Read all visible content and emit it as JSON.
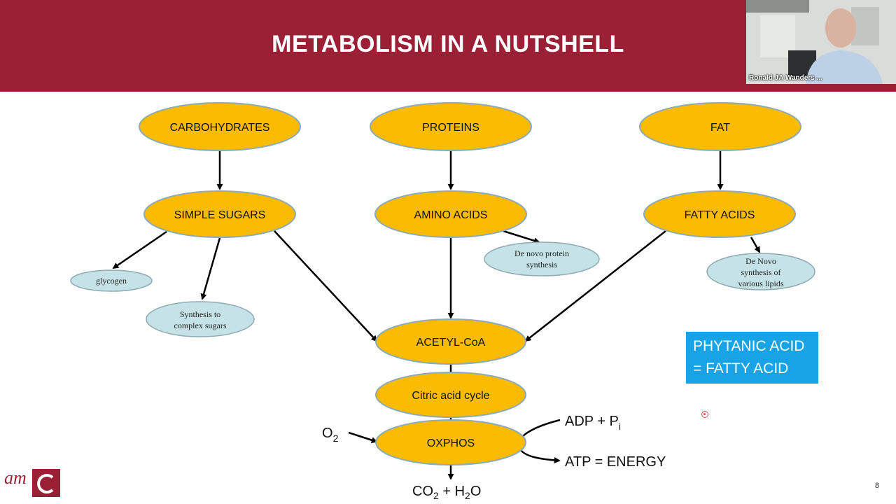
{
  "slide": {
    "title": "METABOLISM IN A NUTSHELL",
    "page_number": "8"
  },
  "video_tile": {
    "participant_name": "Ronald  JA Wanders ..."
  },
  "nodes": {
    "carbohydrates": "CARBOHYDRATES",
    "proteins": "PROTEINS",
    "fat": "FAT",
    "simple_sugars": "SIMPLE SUGARS",
    "amino_acids": "AMINO ACIDS",
    "fatty_acids": "FATTY ACIDS",
    "glycogen": "glycogen",
    "complex_sugars": [
      "Synthesis to",
      "complex sugars"
    ],
    "protein_synthesis": [
      "De novo protein",
      "synthesis"
    ],
    "lipid_synthesis": [
      "De Novo",
      "synthesis of",
      "various lipids"
    ],
    "acetyl_coa": "ACETYL-CoA",
    "citric_acid_cycle": "Citric acid cycle",
    "oxphos": "OXPHOS"
  },
  "labels": {
    "o2_base": "O",
    "o2_sub": "2",
    "adp_base": "ADP + P",
    "adp_sub": "i",
    "atp": "ATP = ENERGY",
    "products": {
      "co": "CO",
      "sub1": "2",
      "plus_h": " + H",
      "sub2": "2",
      "o": "O"
    }
  },
  "callout": {
    "line1": "PHYTANIC ACID",
    "line2": "= FATTY ACID"
  },
  "logo": {
    "text": "am"
  },
  "colors": {
    "header": "#9b1f35",
    "main_node": "#fbbb00",
    "side_node": "#c5e3e6",
    "callout": "#17a3e5"
  }
}
